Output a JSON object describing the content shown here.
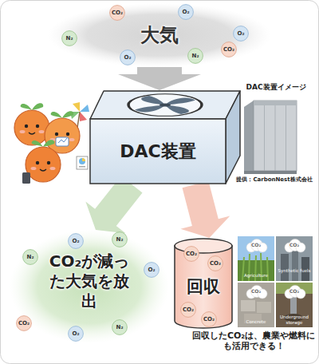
{
  "diagram": {
    "nodes": [
      {
        "text": [
          "大気"
        ]
      },
      {
        "text": [
          "CO₂"
        ],
        "in": 0
      },
      {
        "text": [
          "O₂"
        ],
        "in": 0
      },
      {
        "text": [
          "N₂"
        ],
        "in": 0
      },
      {
        "text": [
          "O₂"
        ],
        "in": 0
      },
      {
        "text": [
          "O₂"
        ],
        "in": 0
      },
      {
        "text": [
          "N₂"
        ],
        "in": 0
      },
      {
        "text": [
          "CO₂"
        ],
        "in": 0
      },
      {
        "text": [
          "DAC装置"
        ]
      },
      {
        "text": [
          "CO₂が減った大気を放出"
        ]
      },
      {
        "text": [
          "O₂"
        ],
        "in": 9
      },
      {
        "text": [
          "N₂"
        ],
        "in": 9
      },
      {
        "text": [
          "N₂"
        ],
        "in": 9
      },
      {
        "text": [
          "O₂"
        ],
        "in": 9
      },
      {
        "text": [
          "CO₂"
        ],
        "in": 9
      },
      {
        "text": [
          "N₂"
        ],
        "in": 9
      },
      {
        "text": [
          "O₂"
        ],
        "in": 9
      },
      {
        "text": [
          "回収"
        ]
      },
      {
        "text": [
          "CO₂"
        ],
        "in": 17
      },
      {
        "text": [
          "CO₂"
        ],
        "in": 17
      },
      {
        "text": [
          "CO₂"
        ],
        "in": 17
      },
      {
        "text": [
          "CO₂"
        ],
        "in": 17
      }
    ],
    "edges": [
      {
        "from": 0,
        "to": 8,
        "arrow": "to"
      },
      {
        "from": 8,
        "to": 9,
        "arrow": "to"
      },
      {
        "from": 8,
        "to": 17,
        "arrow": "to"
      }
    ],
    "labels": [
      "DAC装置イメージ",
      "提供：CarbonNest株式会社",
      "CO₂",
      "Agriculture",
      "CO₂",
      "Synthetic fuels",
      "CO₂",
      "Concrete",
      "CO₂",
      "Underground storage",
      "回収したCO₂は、農業や燃料にも活用できる！"
    ]
  }
}
